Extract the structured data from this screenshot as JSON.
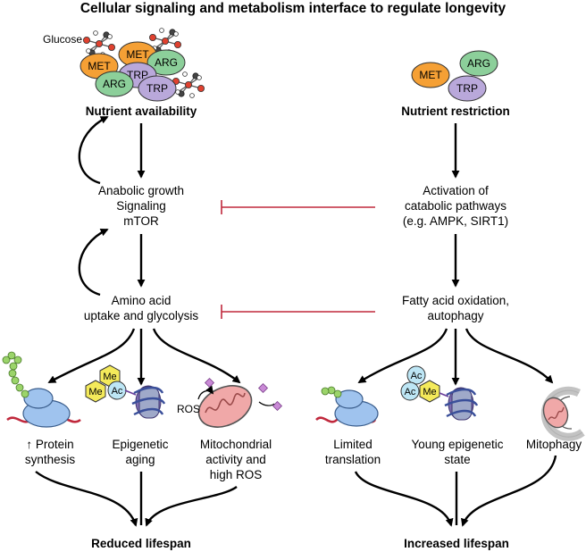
{
  "title": "Cellular signaling and metabolism interface to regulate longevity",
  "left": {
    "glucose_label": "Glucose",
    "molecules": [
      "MET",
      "MET",
      "ARG",
      "TRP",
      "ARG",
      "TRP"
    ],
    "top": "Nutrient availability",
    "signal": [
      "Anabolic growth",
      "Signaling",
      "mTOR"
    ],
    "uptake": [
      "Amino acid",
      "uptake and glycolysis"
    ],
    "ros_label": "ROS",
    "outcomes": {
      "protein": [
        "Protein",
        "synthesis"
      ],
      "protein_arrow": "↑",
      "epigenetic": [
        "Epigenetic",
        "aging"
      ],
      "epi_marks": [
        "Me",
        "Me",
        "Ac"
      ],
      "mito": [
        "Mitochondrial",
        "activity and",
        "high ROS"
      ]
    },
    "bottom": "Reduced lifespan"
  },
  "right": {
    "molecules": [
      "MET",
      "ARG",
      "TRP"
    ],
    "top": "Nutrient restriction",
    "catabolic": [
      "Activation of",
      "catabolic pathways",
      "(e.g. AMPK, SIRT1)"
    ],
    "fatty": [
      "Fatty acid oxidation,",
      "autophagy"
    ],
    "outcomes": {
      "translation": [
        "Limited",
        "translation"
      ],
      "epigenetic": [
        "Young epigenetic",
        "state"
      ],
      "epi_marks": [
        "Ac",
        "Ac",
        "Me"
      ],
      "mitophagy": [
        "Mitophagy"
      ]
    },
    "bottom": "Increased lifespan"
  },
  "colors": {
    "met": "#f5a035",
    "arg": "#8ccf9a",
    "trp": "#b9a8da",
    "inhibit": "#c0283c",
    "ribosome": "#9fc3ee",
    "histone_mark": "#f4ea5a",
    "acetyl": "#bde6f5",
    "mito": "#f0a8a8",
    "peptide": "#9bd46a"
  }
}
